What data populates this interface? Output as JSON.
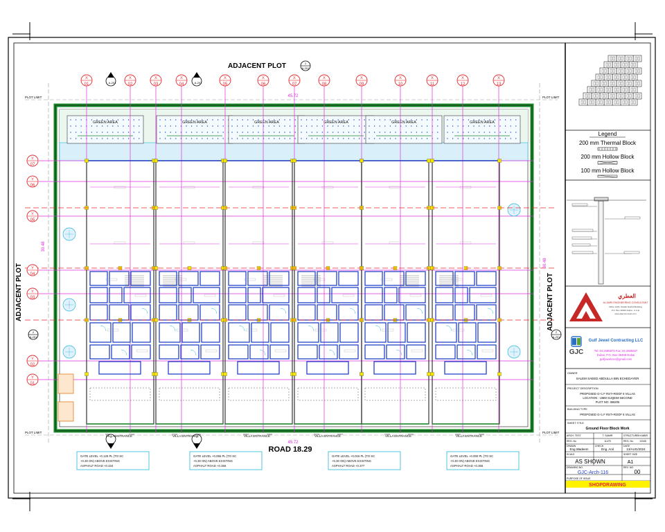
{
  "drawing": {
    "plot_top": "ADJACENT PLOT",
    "plot_left": "ADJACENT PLOT",
    "plot_right": "ADJACENT PLOT",
    "road": "ROAD 18.29",
    "plot_limit": "PLOT LIMIT",
    "green_area": "GREEN AREA",
    "villa_entrance": "VILLA ENTRANCE",
    "dim_top": "45.72",
    "dim_bottom": "45.72",
    "dim_left": "30.48",
    "dim_right": "30.48",
    "grid_x": [
      "01",
      "02",
      "03",
      "04",
      "05",
      "06",
      "07",
      "08",
      "09",
      "10",
      "11",
      "12",
      "13"
    ],
    "grid_x_prefix": "X",
    "grid_y": [
      "07",
      "06",
      "05",
      "04",
      "03",
      "02",
      "01"
    ],
    "grid_y_prefix": "Y",
    "section_top": {
      "num": "1",
      "ref": "A-201"
    },
    "section_side": {
      "num": "2",
      "ref": "A-201"
    },
    "gate_notes": [
      {
        "l1": "GATE LEVEL +0.125 PL (TO SC",
        "l2": "+0.30 ON) ABOVE EXISTING",
        "l3": "ASPHALT ROAD   +0.334"
      },
      {
        "l1": "GATE LEVEL +0.055 PL (TO SC",
        "l2": "+0.30 ON) ABOVE EXISTING",
        "l3": "ASPHALT ROAD   +0.356"
      },
      {
        "l1": "GATE LEVEL +0.015 PL (TO SC",
        "l2": "+0.30 ON) ABOVE EXISTING",
        "l3": "ASPHALT ROAD   +0.377"
      },
      {
        "l1": "GATE LEVEL +0.000 PL (TO SC",
        "l2": "+0.30 ON) ABOVE EXISTING",
        "l3": "ASPHALT ROAD   +0.355"
      }
    ]
  },
  "legend": {
    "title": "Legend",
    "items": [
      "200 mm Thermal Block",
      "200 mm Hollow Block",
      "100 mm Hollow Block"
    ]
  },
  "consultant": {
    "name_ar": "العطري",
    "name": "AL AMRI ENGINEERING CONSULTANT",
    "l1": "Office 1204, Sheikh Rashid Building",
    "l2": "P.O. Box 30000 Dubai - U.A.E",
    "l3": "www.alamriconsult.com"
  },
  "contractor": {
    "logo": "GJC",
    "name": "Gulf Jewel Contracting LLC",
    "tel": "Tel: 04 2585873  Fax: 04 2585937",
    "po": "Dubai, P.O. Box 39499 Dubai",
    "mail": "gulfjewelcon@gmail.com"
  },
  "titleblock": {
    "owner_label": "OWNER",
    "owner": "SALEM SAEED ABDULLA BIN ECHEDAYER",
    "project_label": "PROJECT DESCRIPTION",
    "project_l1": "PROPOSED G+1 F RST+ROOF 6 VILLAS",
    "project_l2": "LOCATION : UMM SUQEIM SECOND",
    "project_l3": "PLOT NO: 356205",
    "building_label": "BUILDING TYPE",
    "building": "PROPOSED G+1 F RST+ROOF 6 VILLAS",
    "sheet_label": "SHEET TITLE",
    "sheet": "Ground Floor Block Work",
    "arch_label": "ARCH. TEST",
    "arch": "T. SAMIR",
    "structure_label": "STRUCTURE",
    "structure": "H.KABIR",
    "reg1_label": "REG. No",
    "reg1": "11475",
    "reg2_label": "REG. No",
    "reg2": "12345",
    "drawn_label": "DRAWN",
    "drawn": "Eng.Wadeem",
    "checked_label": "CHECK",
    "checked": "Eng. Anil",
    "date_label": "DATE",
    "date": "13/AUG/2024",
    "scale_label": "SCALE",
    "scale": "AS SHOWN",
    "size_label": "SHEET SIZE",
    "size": "A1",
    "dwg_label": "DRAWING NO.",
    "dwg": "GJC-Arch-116",
    "rev_label": "REV. NO.",
    "rev": "00",
    "purpose_label": "PURPOSE OF ISSUE",
    "purpose": "SHOPDRAWING"
  },
  "colors": {
    "magenta": "#e02ce0",
    "red": "#e8262b",
    "blue": "#2342c8",
    "green": "#1a8a2a",
    "yellow": "#f5e400",
    "cyan": "#22b8d8",
    "contractor_blue": "#2a6fc4",
    "contractor_green": "#5aa634",
    "purpose_bg": "#fff200"
  }
}
